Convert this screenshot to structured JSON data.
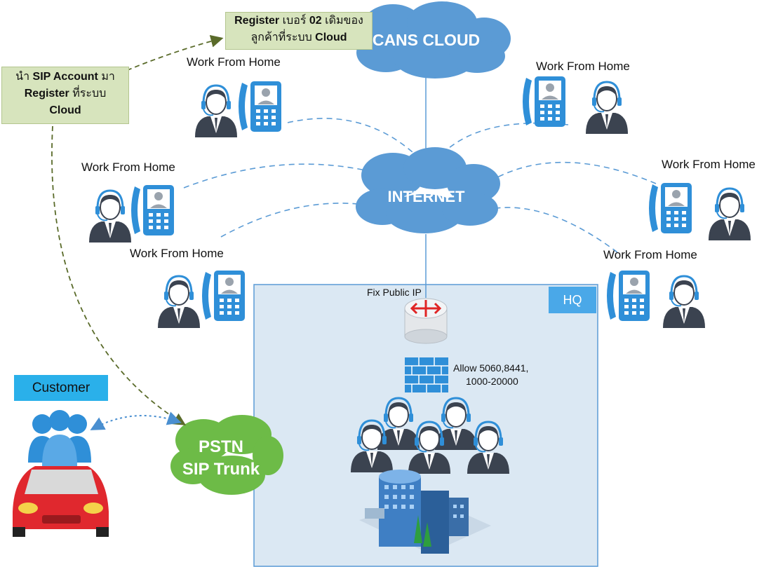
{
  "clouds": {
    "cans": "CANS CLOUD",
    "internet": "INTERNET",
    "pstn_line1": "PSTN",
    "pstn_line2": "SIP Trunk"
  },
  "work_from_home_label": "Work From Home",
  "notes": {
    "register_sip": {
      "l1a": "นำ ",
      "l1b": "SIP Account",
      "l1c": " มา",
      "l2a": "Register",
      "l2b": " ที่ระบบ",
      "l3": "Cloud"
    },
    "register_number": {
      "l1a": "Register",
      "l1b": " เบอร์ ",
      "l1c": "02",
      "l1d": " เดิมของ",
      "l2a": "ลูกค้าที่ระบบ ",
      "l2b": "Cloud"
    }
  },
  "hq": {
    "label": "HQ",
    "fix_public_ip": "Fix Public IP",
    "firewall_line1": "Allow 5060,8441,",
    "firewall_line2": "1000-20000"
  },
  "customer_label": "Customer",
  "colors": {
    "cloud_blue": "#5b9bd5",
    "pstn_green": "#6dbb47",
    "dashed_link": "#5b9bd5",
    "register_arrow": "#5a6b2a",
    "hq_fill": "#dbe8f3",
    "note_fill": "#d7e4bd"
  }
}
